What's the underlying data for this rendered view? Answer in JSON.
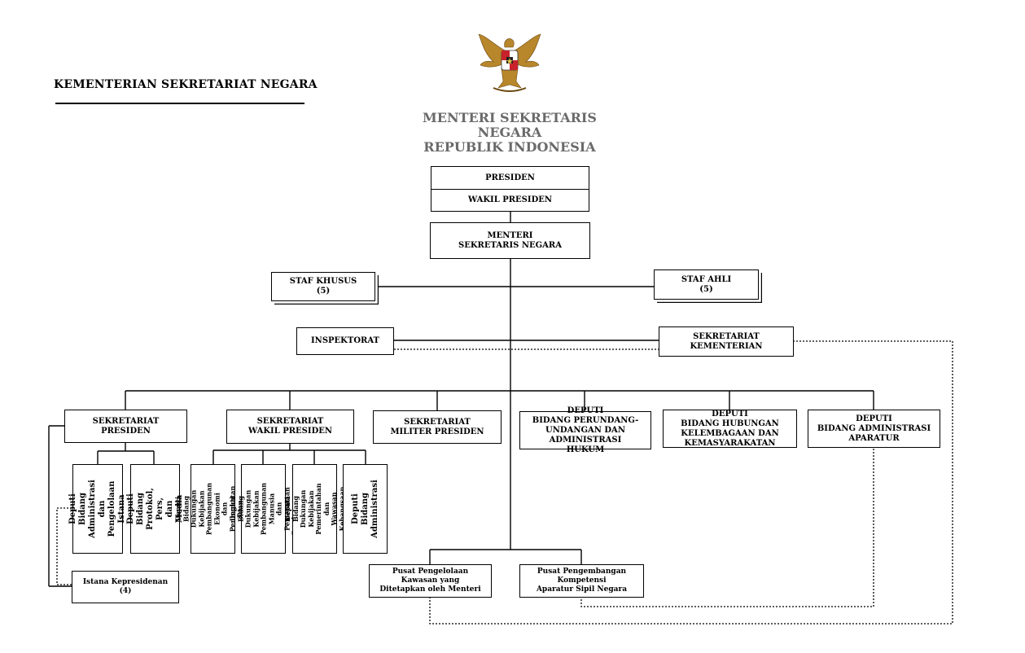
{
  "header": {
    "org_title": "KEMENTERIAN SEKRETARIAT NEGARA",
    "heading_line1": "MENTERI SEKRETARIS NEGARA",
    "heading_line2": "REPUBLIK  INDONESIA"
  },
  "emblem": {
    "icon": "garuda-pancasila-emblem",
    "gold": "#b8862b",
    "red": "#c8222a"
  },
  "boxes": {
    "presiden": "PRESIDEN",
    "wakil_presiden": "WAKIL PRESIDEN",
    "menteri": "MENTERI\nSEKRETARIS NEGARA",
    "staf_khusus": "STAF KHUSUS\n(5)",
    "staf_ahli": "STAF AHLI\n(5)",
    "inspektorat": "INSPEKTORAT",
    "sekretariat_kementerian": "SEKRETARIAT KEMENTERIAN",
    "sekretariat_presiden": "SEKRETARIAT\nPRESIDEN",
    "sekretariat_wapres": "SEKRETARIAT\nWAKIL PRESIDEN",
    "sekretariat_militer": "SEKRETARIAT\nMILITER PRESIDEN",
    "deputi_perundangan": "DEPUTI\nBIDANG PERUNDANG-\nUNDANGAN DAN ADMINISTRASI\nHUKUM",
    "deputi_hubungan": "DEPUTI\nBIDANG HUBUNGAN\nKELEMBAGAAN DAN\nKEMASYARAKATAN",
    "deputi_aparatur": "DEPUTI\nBIDANG ADMINISTRASI\nAPARATUR",
    "deputi_adm_istana": "Deputi Bidang\nAdministrasi dan\nPengelolaan Istana",
    "deputi_protokol": "Deputi Bidang\nProtokol, Pers, dan\nMedia",
    "deputi_ekonomi": "Deputi Bidang\nDukungan Kebijakan\nPembangunan Ekonomi\ndan Peningkatan Daya\nSaing",
    "deputi_manusia": "Deputi Bidang\nDukungan Kebijakan\nPembangunan Manusia\ndan Pemerataan\nPembangunan",
    "deputi_pemerintahan": "Deputi Bidang\nDukungan Kebijakan\nPemerintahan dan\nWawasan Kebangsaan",
    "deputi_administrasi": "Deputi Bidang\nAdministrasi",
    "istana": "Istana Kepresidenan (4)",
    "pusat_kawasan": "Pusat Pengelolaan Kawasan yang\nDitetapkan oleh Menteri",
    "pusat_kompetensi": "Pusat Pengembangan Kompetensi\nAparatur Sipil Negara"
  }
}
